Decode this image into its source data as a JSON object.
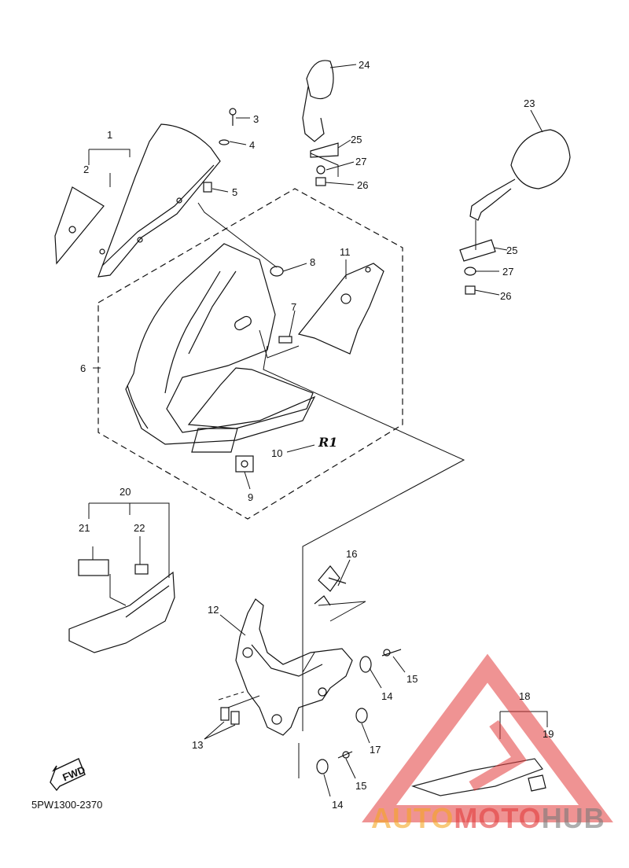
{
  "diagram_code": "5PW1300-2370",
  "callouts": {
    "c1": "1",
    "c2": "2",
    "c3": "3",
    "c4": "4",
    "c5": "5",
    "c6": "6",
    "c7": "7",
    "c8": "8",
    "c9": "9",
    "c10": "10",
    "c11": "11",
    "c12": "12",
    "c13": "13",
    "c14a": "14",
    "c14b": "14",
    "c15a": "15",
    "c15b": "15",
    "c16": "16",
    "c17": "17",
    "c18": "18",
    "c19": "19",
    "c20": "20",
    "c21": "21",
    "c22": "22",
    "c23": "23",
    "c24": "24",
    "c25a": "25",
    "c25b": "25",
    "c26a": "26",
    "c26b": "26",
    "c27a": "27",
    "c27b": "27"
  },
  "badge_text": "R1",
  "fwd_label": "FWD",
  "watermark": {
    "part1": "AUTO",
    "part2": "MOTO",
    "part3": "HUB",
    "color_orange": "#f5a623",
    "color_red": "#e23b3b",
    "color_gray": "#7a7a7a"
  }
}
